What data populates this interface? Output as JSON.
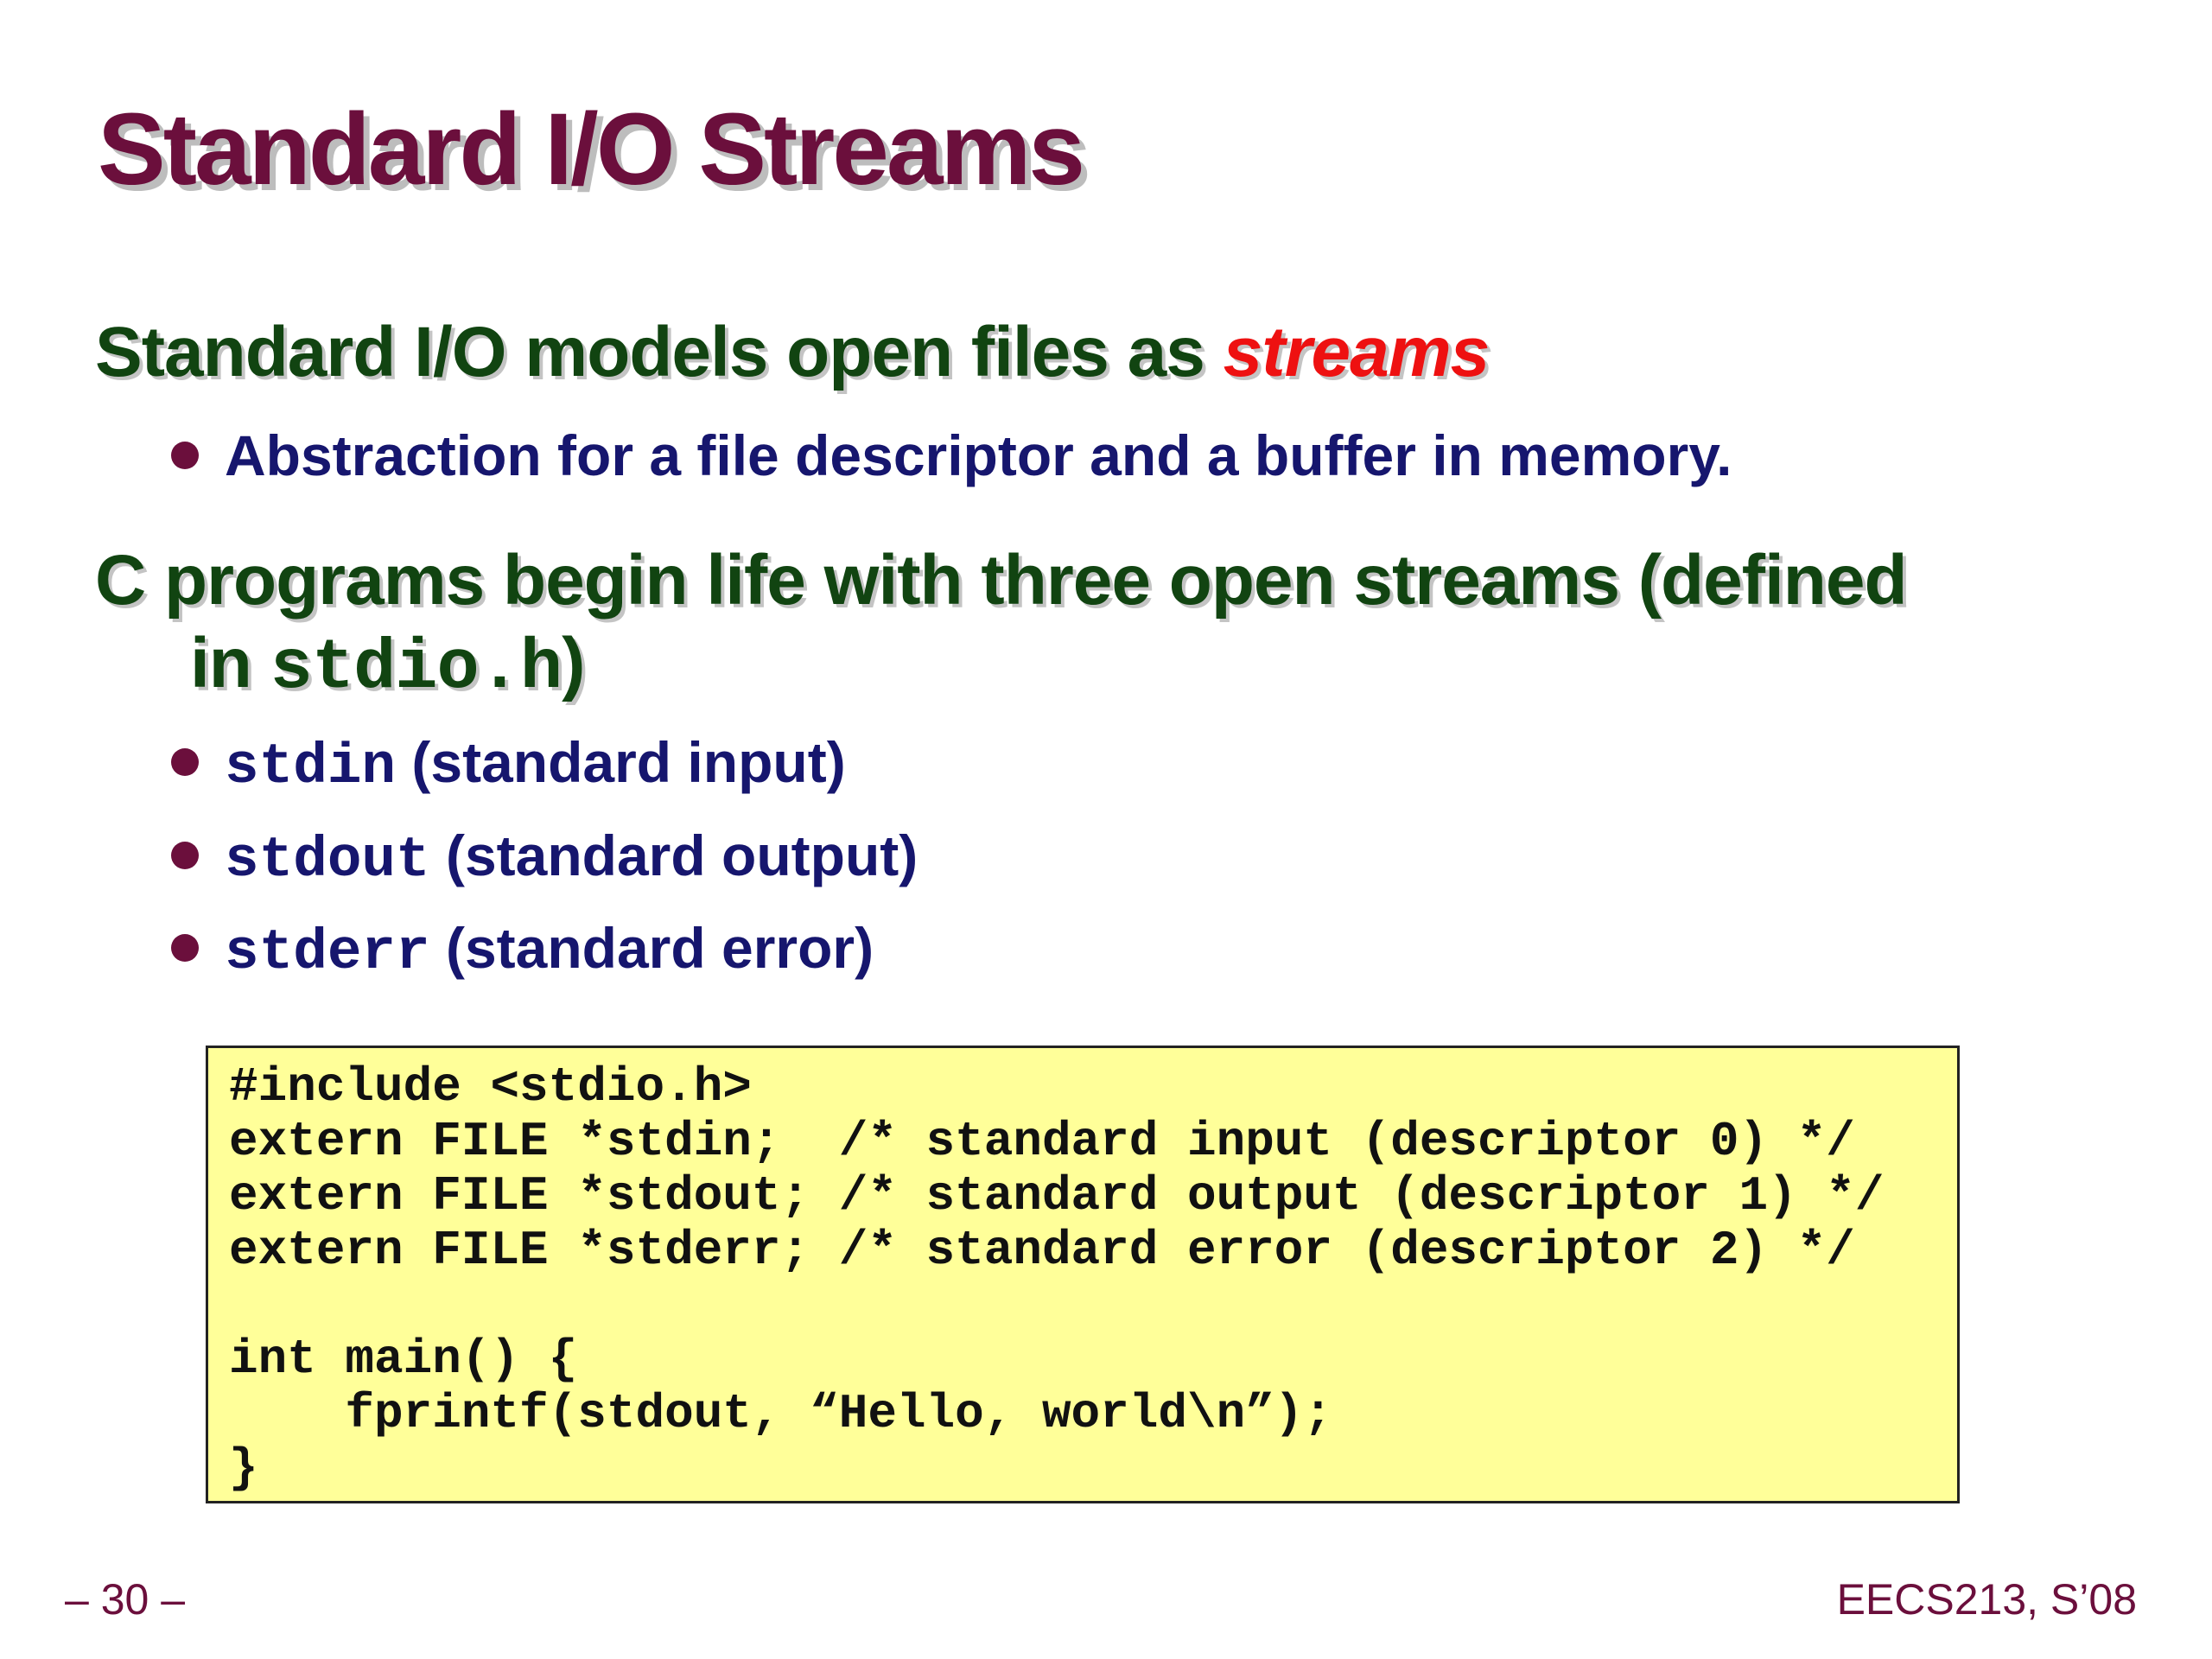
{
  "slide": {
    "title": "Standard I/O Streams",
    "point1": {
      "text": "Standard I/O models open files as ",
      "emphasis": "streams",
      "sub": [
        "Abstraction for a file descriptor and a buffer in memory."
      ]
    },
    "point2": {
      "line1": "C programs begin life with three open streams (defined",
      "line2_prefix": "in ",
      "line2_code": "stdio.h",
      "line2_suffix": ")",
      "sub": [
        {
          "code": "stdin",
          "text": " (standard input)"
        },
        {
          "code": "stdout",
          "text": " (standard output)"
        },
        {
          "code": "stderr",
          "text": " (standard error)"
        }
      ]
    },
    "code_lines": [
      "#include <stdio.h>",
      "extern FILE *stdin;  /* standard input (descriptor 0) */",
      "extern FILE *stdout; /* standard output (descriptor 1) */",
      "extern FILE *stderr; /* standard error (descriptor 2) */",
      "",
      "int main() {",
      "    fprintf(stdout, “Hello, world\\n”);",
      "}"
    ],
    "footer_left": "– 30 –",
    "footer_right": "EECS213, S’08"
  },
  "colors": {
    "title": "#6b0f3c",
    "level1_text": "#114411",
    "level2_text": "#16166e",
    "emphasis": "#ee1111",
    "bullet_dot": "#6b0f3c",
    "code_background": "#ffff99"
  }
}
